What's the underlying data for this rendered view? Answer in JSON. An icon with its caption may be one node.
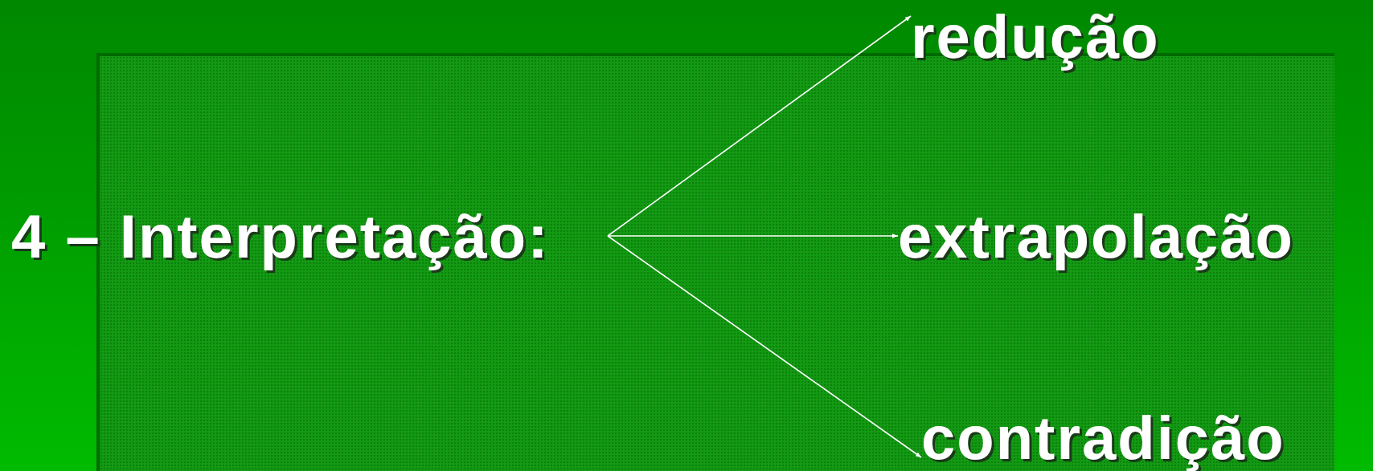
{
  "diagram": {
    "nodes": [
      {
        "text": [
          "4 – Interpretação:"
        ]
      },
      {
        "text": [
          "redução"
        ]
      },
      {
        "text": [
          "extrapolação"
        ]
      },
      {
        "text": [
          "contradição"
        ]
      }
    ],
    "edges": [
      {
        "from": 0,
        "to": 1,
        "arrow": "to"
      },
      {
        "from": 0,
        "to": 2,
        "arrow": "to"
      },
      {
        "from": 0,
        "to": 3,
        "arrow": "to"
      }
    ]
  }
}
